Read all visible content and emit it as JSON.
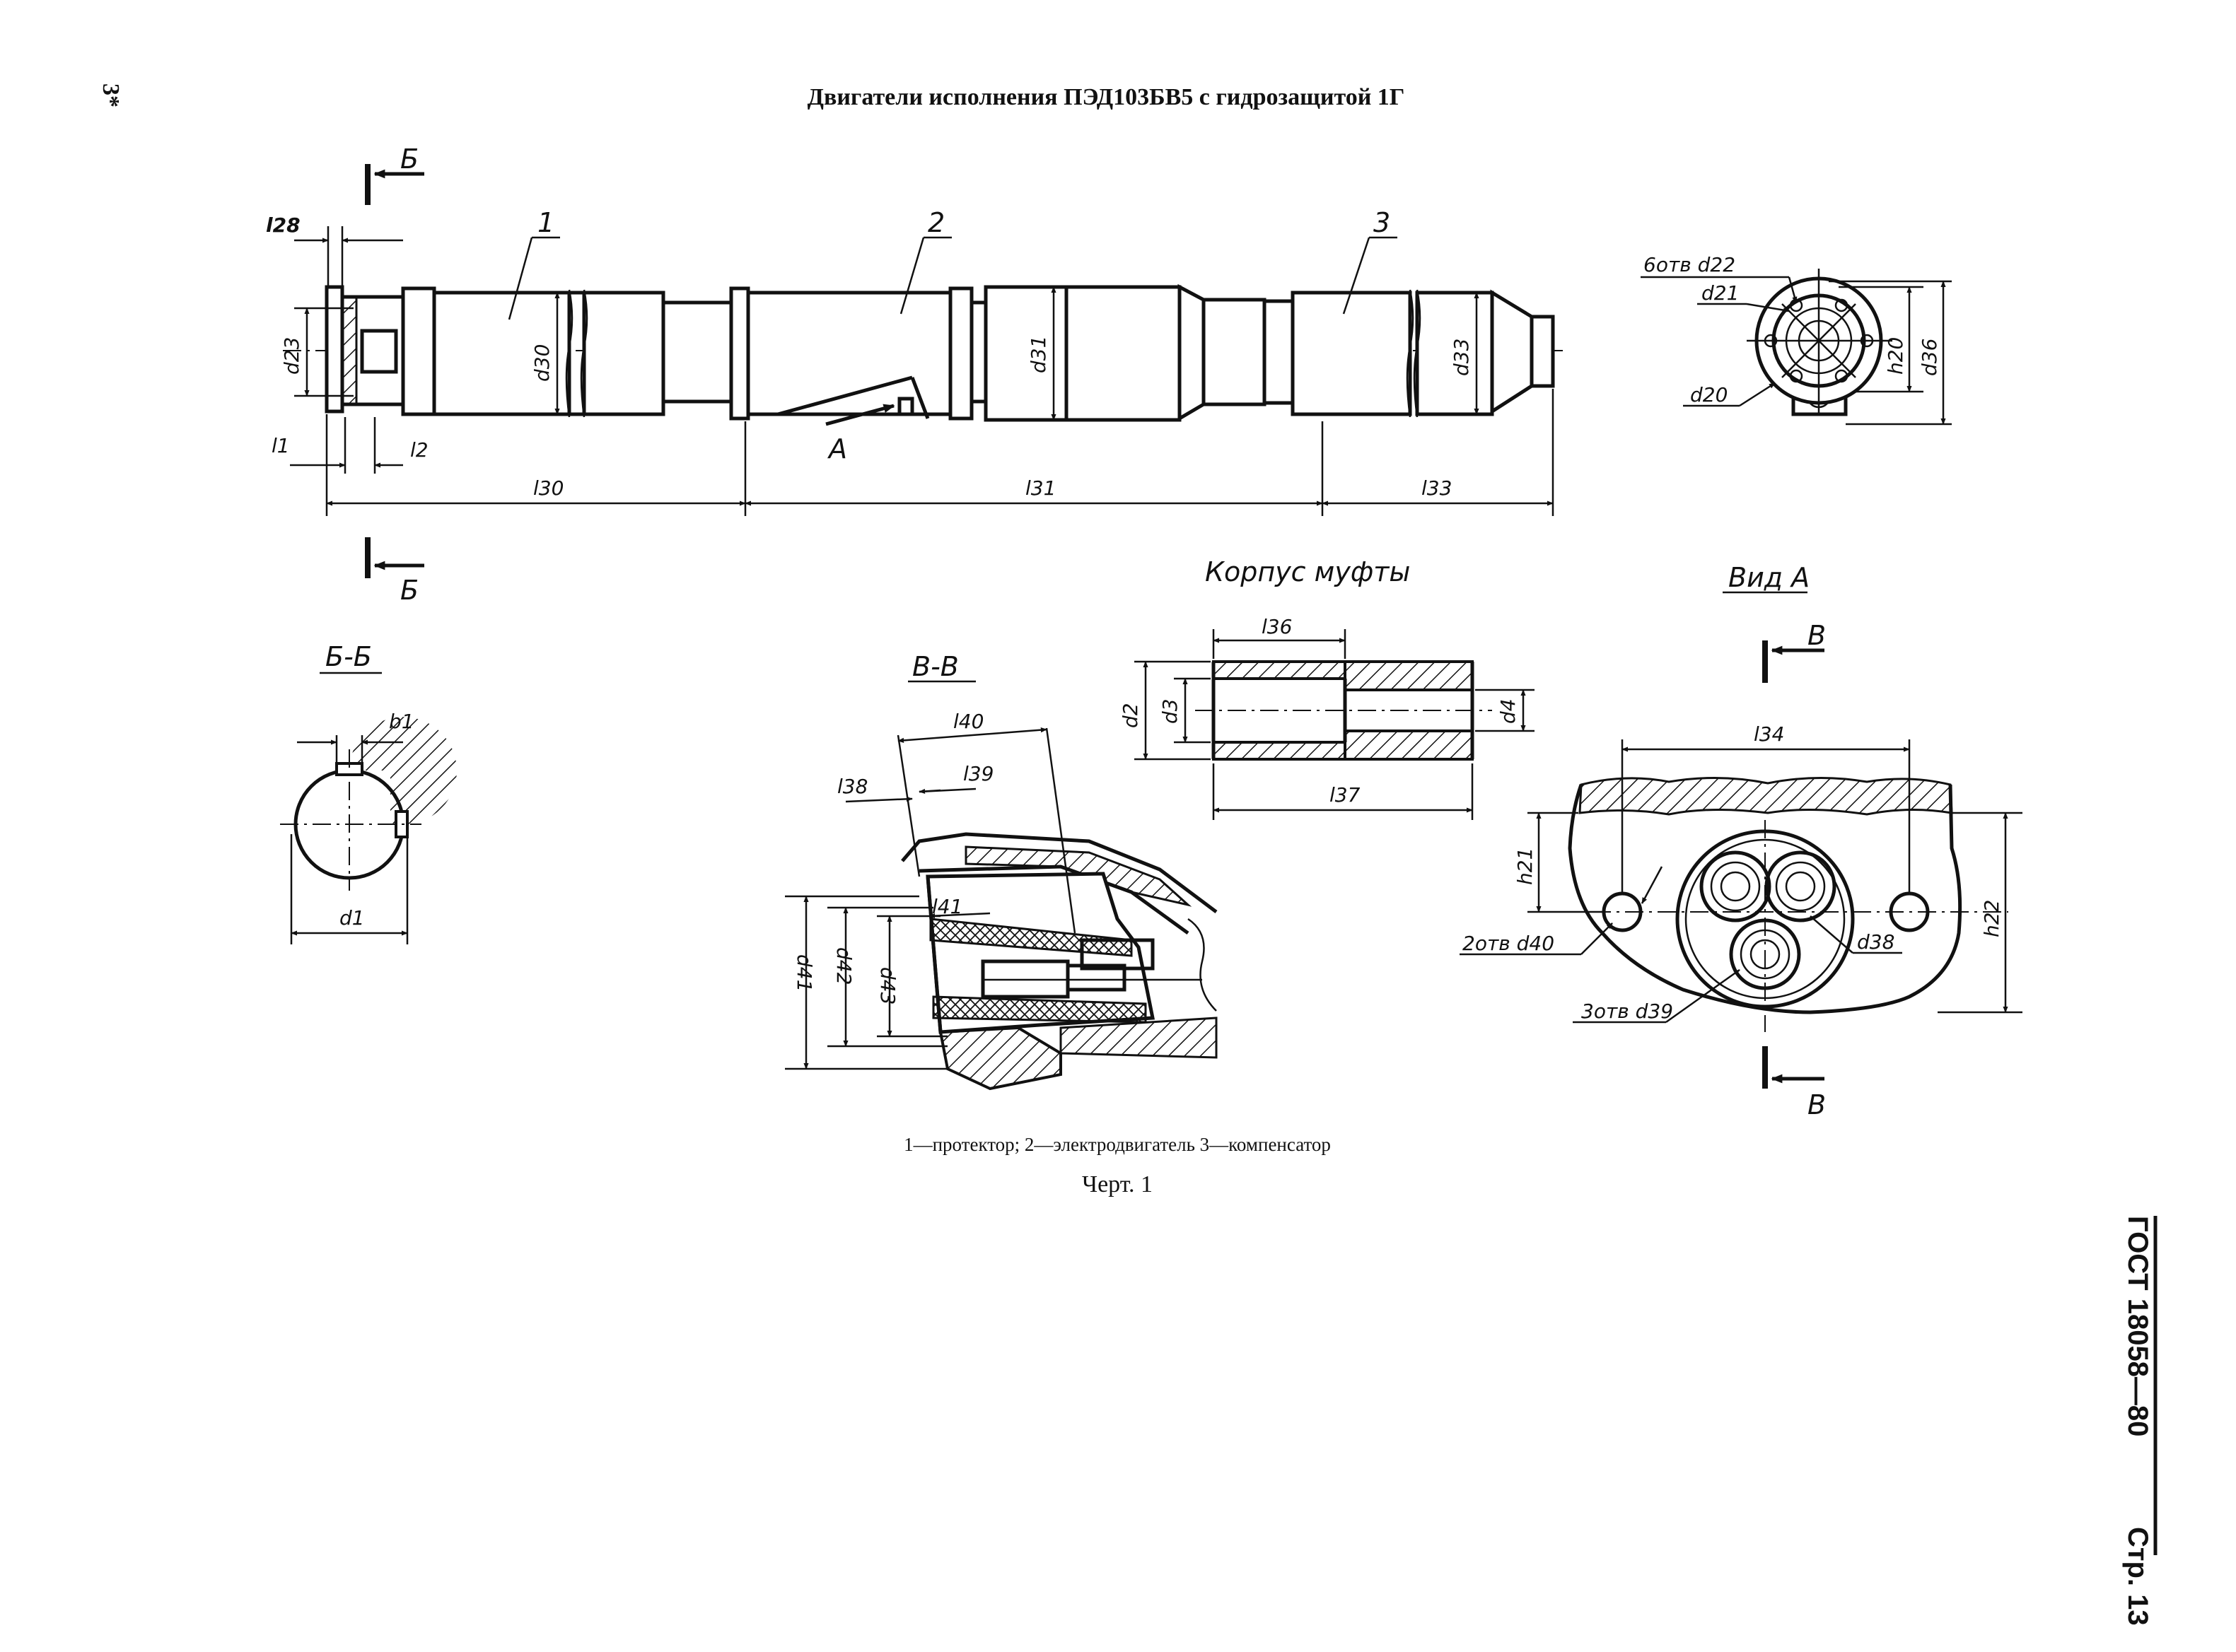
{
  "header": {
    "page_mark": "3*",
    "title": "Двигатели исполнения ПЭД103БВ5 с гидрозащитой 1Г"
  },
  "side_label": {
    "standard": "ГОСТ 18058—80",
    "page": "Стр. 13"
  },
  "main_view": {
    "callouts": [
      "1",
      "2",
      "3"
    ],
    "section_mark": "Б",
    "view_arrow": "А",
    "dims": {
      "l28": "l28",
      "d23": "d23",
      "d30": "d30",
      "d31": "d31",
      "d33": "d33",
      "l1": "l1",
      "l2": "l2",
      "l30": "l30",
      "l31": "l31",
      "l33": "l33"
    }
  },
  "end_view": {
    "holes": "6отв d22",
    "d21": "d21",
    "d20": "d20",
    "h20": "h20",
    "d36": "d36"
  },
  "section_bb": {
    "title": "Б-Б",
    "b1": "b1",
    "d1": "d1"
  },
  "section_vv": {
    "title": "В-В",
    "l40": "l40",
    "l38": "l38",
    "l39": "l39",
    "l41": "l41",
    "d43": "d43",
    "d42": "d42",
    "d41": "d41"
  },
  "coupling": {
    "title": "Корпус муфты",
    "l36": "l36",
    "l37": "l37",
    "d2": "d2",
    "d3": "d3",
    "d4": "d4"
  },
  "view_a": {
    "title": "Вид А",
    "section_mark": "В",
    "l34": "l34",
    "h21": "h21",
    "h22": "h22",
    "holes_d40": "2отв d40",
    "d38": "d38",
    "holes_d39": "3отв d39"
  },
  "caption": {
    "legend": "1—протектор; 2—электродвигатель 3—компенсатор",
    "figure": "Черт. 1"
  }
}
